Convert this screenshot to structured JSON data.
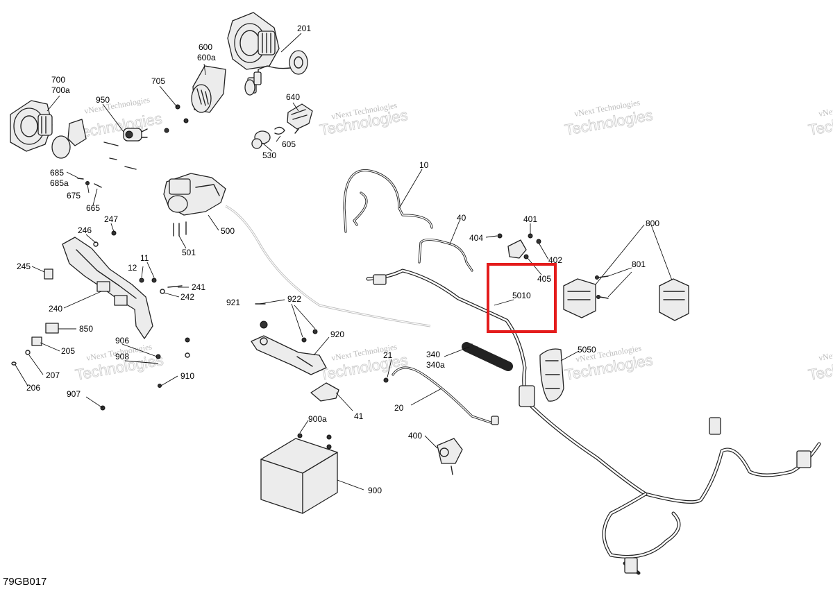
{
  "diagram": {
    "reference": "79GB017",
    "highlight_color": "#e41c1c",
    "watermark": {
      "line1": "vNext Technologies",
      "line2": "Technologies"
    },
    "callouts": [
      "10",
      "11",
      "12",
      "20",
      "21",
      "40",
      "41",
      "205",
      "206",
      "207",
      "240",
      "241",
      "242",
      "245",
      "246",
      "247",
      "340",
      "340a",
      "400",
      "401",
      "402",
      "404",
      "405",
      "500",
      "501",
      "530",
      "600",
      "600a",
      "605",
      "640",
      "665",
      "675",
      "685",
      "685a",
      "700",
      "700a",
      "705",
      "800",
      "801",
      "850",
      "900",
      "900a",
      "906",
      "907",
      "908",
      "910",
      "920",
      "921",
      "922",
      "950",
      "201",
      "5010",
      "5050"
    ],
    "callout_labels": {
      "c10": "10",
      "c11": "11",
      "c12": "12",
      "c20": "20",
      "c21": "21",
      "c40": "40",
      "c41": "41",
      "c201": "201",
      "c205": "205",
      "c206": "206",
      "c207": "207",
      "c240": "240",
      "c241": "241",
      "c242": "242",
      "c245": "245",
      "c246": "246",
      "c247": "247",
      "c340": "340",
      "c340a": "340a",
      "c400": "400",
      "c401": "401",
      "c402": "402",
      "c404": "404",
      "c405": "405",
      "c500": "500",
      "c501": "501",
      "c530": "530",
      "c600": "600",
      "c600a": "600a",
      "c605": "605",
      "c640": "640",
      "c665": "665",
      "c675": "675",
      "c685": "685",
      "c685a": "685a",
      "c700": "700",
      "c700a": "700a",
      "c705": "705",
      "c800": "800",
      "c801": "801",
      "c850": "850",
      "c900": "900",
      "c900a": "900a",
      "c906": "906",
      "c907": "907",
      "c908": "908",
      "c910": "910",
      "c920": "920",
      "c921": "921",
      "c922": "922",
      "c950": "950",
      "c5010": "5010",
      "c5050": "5050"
    }
  }
}
